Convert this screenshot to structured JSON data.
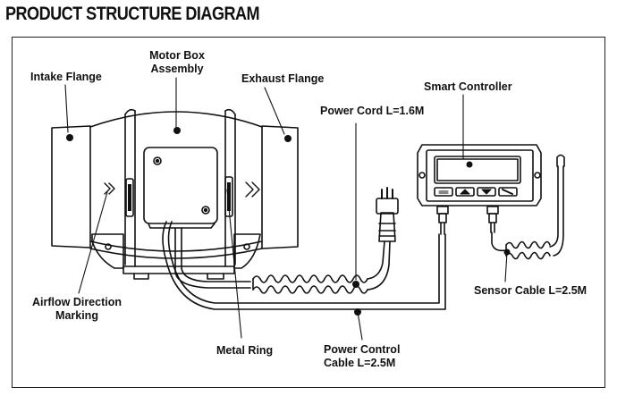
{
  "title": "PRODUCT STRUCTURE DIAGRAM",
  "labels": {
    "intake_flange": "Intake Flange",
    "motor_box_line1": "Motor Box",
    "motor_box_line2": "Assembly",
    "exhaust_flange": "Exhaust Flange",
    "smart_controller": "Smart  Controller",
    "power_cord": "Power Cord L=1.6M",
    "airflow_line1": "Airflow Direction",
    "airflow_line2": "Marking",
    "metal_ring": "Metal Ring",
    "sensor_cable": "Sensor Cable L=2.5M",
    "power_control_line1": "Power Control",
    "power_control_line2": "Cable L=2.5M"
  },
  "colors": {
    "line": "#111111",
    "background": "#ffffff"
  }
}
